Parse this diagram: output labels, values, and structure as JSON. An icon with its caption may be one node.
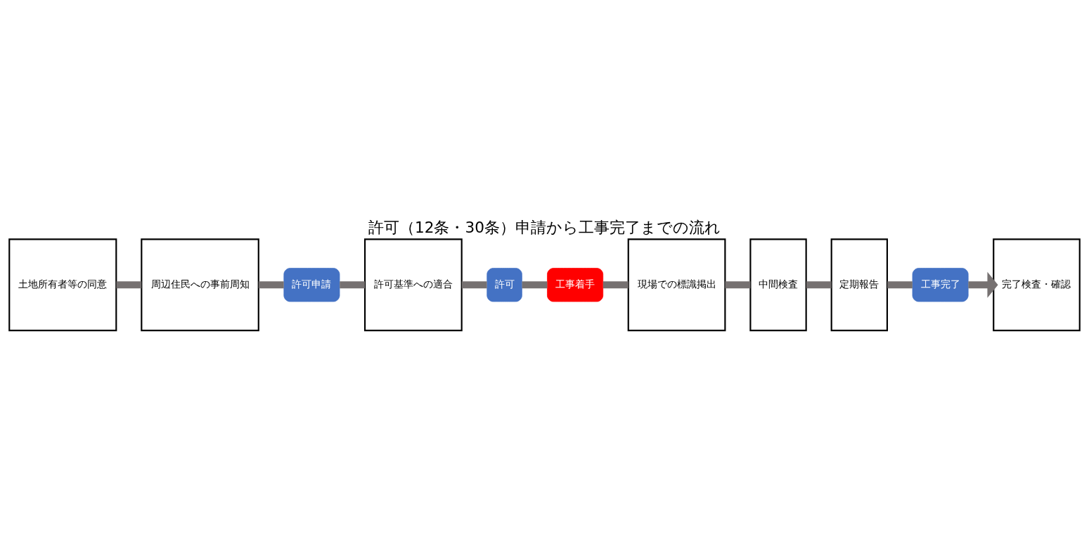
{
  "diagram": {
    "title": "許可（12条・30条）申請から工事完了までの流れ",
    "nodes": [
      {
        "text": [
          "土地所有者等の同意"
        ]
      },
      {
        "text": [
          "周辺住民への事前周知"
        ]
      },
      {
        "text": [
          "許可申請"
        ]
      },
      {
        "text": [
          "許可基準への適合"
        ]
      },
      {
        "text": [
          "許可"
        ]
      },
      {
        "text": [
          "工事着手"
        ]
      },
      {
        "text": [
          "現場での標識掲出"
        ]
      },
      {
        "text": [
          "中間検査"
        ]
      },
      {
        "text": [
          "定期報告"
        ]
      },
      {
        "text": [
          "工事完了"
        ]
      },
      {
        "text": [
          "完了検査・確認"
        ]
      }
    ],
    "edges": [
      {
        "from": 0,
        "to": 1,
        "arrow": "none"
      },
      {
        "from": 1,
        "to": 2,
        "arrow": "none"
      },
      {
        "from": 2,
        "to": 3,
        "arrow": "none"
      },
      {
        "from": 3,
        "to": 4,
        "arrow": "none"
      },
      {
        "from": 4,
        "to": 5,
        "arrow": "none"
      },
      {
        "from": 5,
        "to": 6,
        "arrow": "none"
      },
      {
        "from": 6,
        "to": 7,
        "arrow": "none"
      },
      {
        "from": 7,
        "to": 8,
        "arrow": "none"
      },
      {
        "from": 8,
        "to": 9,
        "arrow": "none"
      },
      {
        "from": 9,
        "to": 10,
        "arrow": "to"
      }
    ]
  }
}
